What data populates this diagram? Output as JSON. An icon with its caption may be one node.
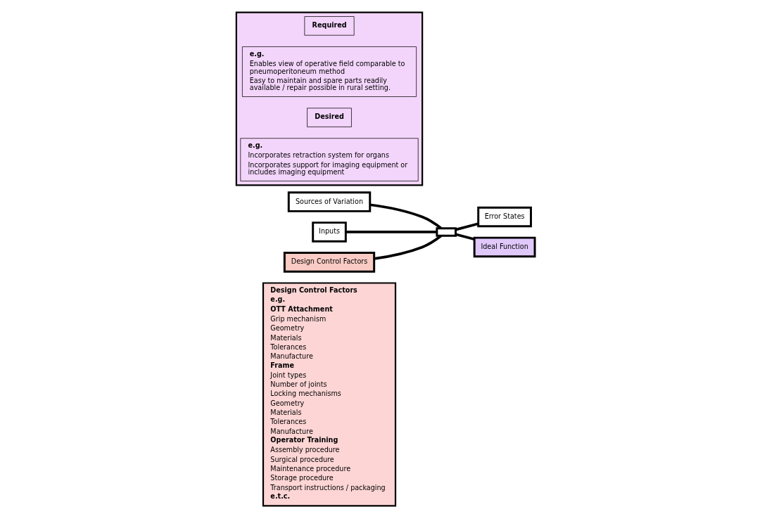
{
  "diagram": {
    "nodes": [
      {
        "text": [
          "Design Control Factors",
          "e.g.",
          "OTT Attachment",
          "Grip mechanism",
          "Geometry",
          "Materials",
          "Tolerances",
          "Manufacture",
          "Frame",
          "Joint types",
          "Number of joints",
          "Locking mechanisms",
          "Geometry",
          "Materials",
          "Tolerances",
          "Manufacture",
          "Operator Training",
          "Assembly procedure",
          "Surgical procedure",
          "Maintenance procedure",
          "Storage procedure",
          "Transport instructions / packaging",
          "e.t.c."
        ]
      },
      {
        "text": [
          "Sources of Variation"
        ]
      },
      {
        "text": [
          "Error States"
        ]
      },
      {
        "text": [
          "Inputs"
        ]
      },
      {
        "text": [],
        "shape": "box"
      },
      {
        "text": [
          "Design Control Factors"
        ]
      },
      {
        "text": [
          "Ideal Function"
        ]
      },
      {
        "text": [],
        "shape": "box"
      },
      {
        "text": [
          "Required"
        ],
        "in": 7
      },
      {
        "text": [
          "e.g.",
          "Enables view of operative field comparable to pneumoperitoneum method",
          "Easy to maintain and spare parts readily available / repair possible in rural setting."
        ],
        "in": 7
      },
      {
        "text": [
          "Desired"
        ],
        "in": 7
      },
      {
        "text": [
          "e.g.",
          "Incorporates retraction system for organs",
          "Incorporates support for imaging equipment or includes imaging equipment"
        ],
        "in": 7
      }
    ],
    "edges": [
      {
        "from": 1,
        "to": 4,
        "arrow": "none"
      },
      {
        "from": 3,
        "to": 4,
        "arrow": "none"
      },
      {
        "from": 5,
        "to": 4,
        "arrow": "none"
      },
      {
        "from": 4,
        "to": 2,
        "arrow": "none"
      },
      {
        "from": 4,
        "to": 6,
        "arrow": "none"
      }
    ]
  }
}
